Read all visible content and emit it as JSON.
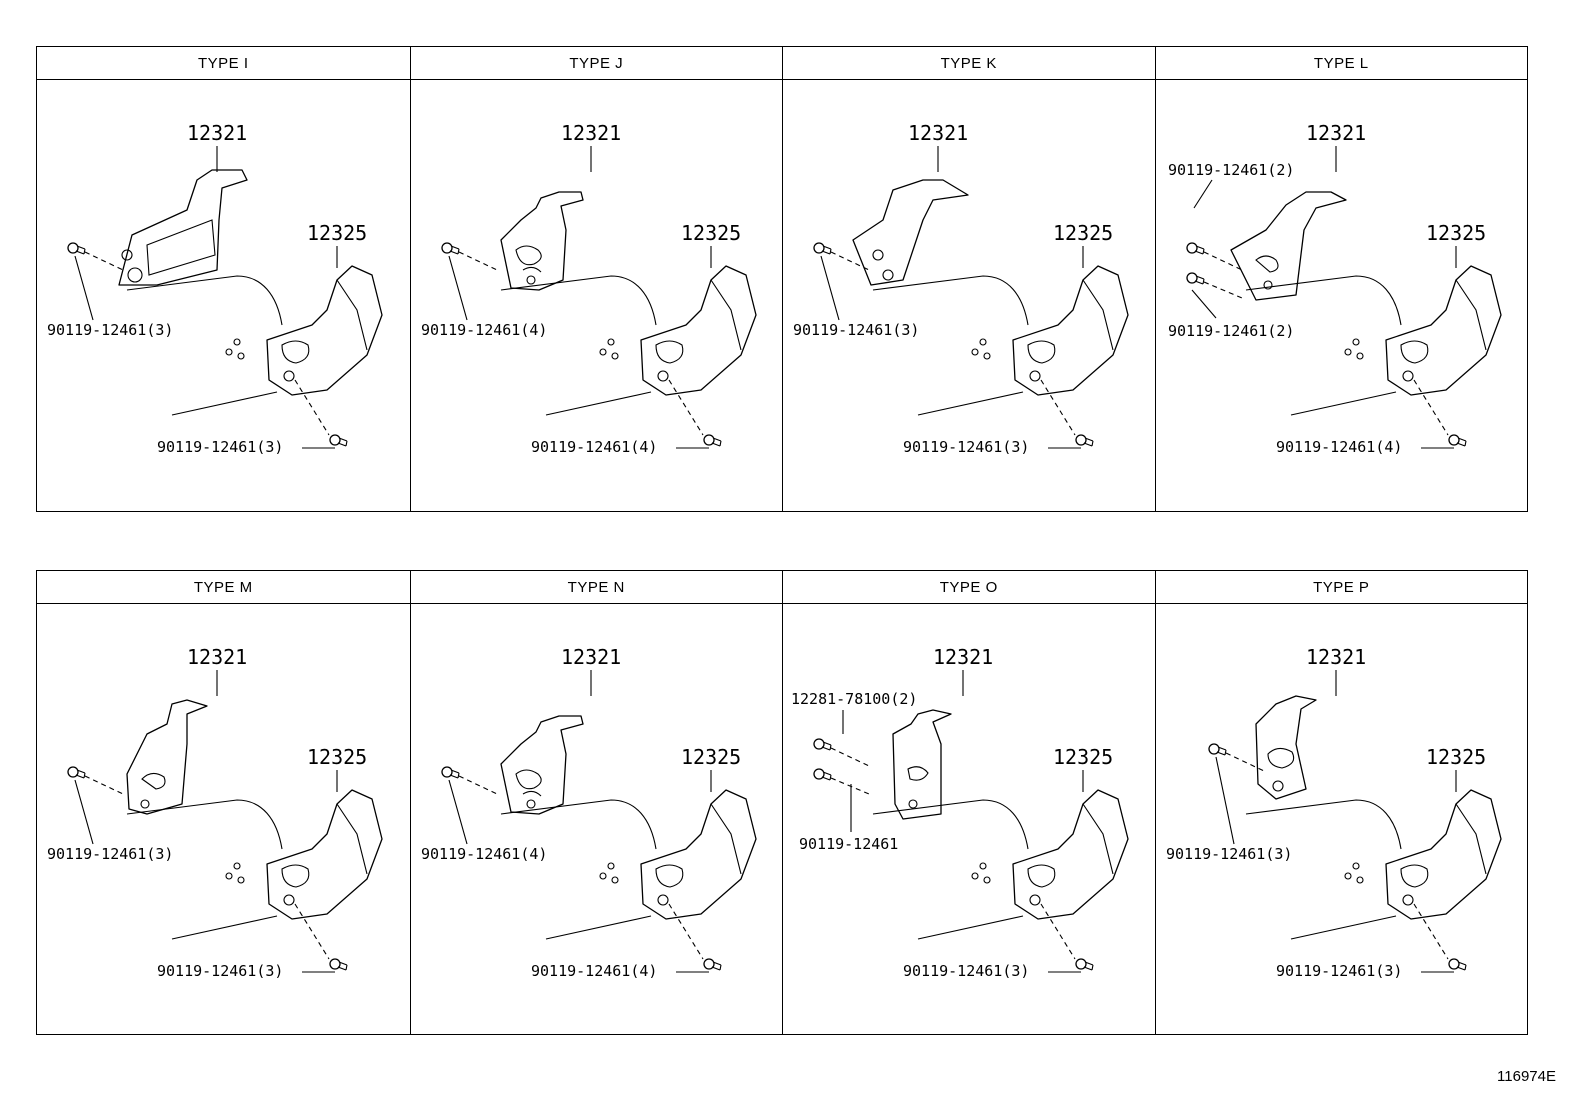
{
  "panels": [
    {
      "type": "TYPE I",
      "parts": {
        "upper": "12321",
        "lower": "12325"
      },
      "bolt_upper": "90119-12461(3)",
      "bolt_upper2": "",
      "bolt_lower": "90119-12461(3)"
    },
    {
      "type": "TYPE J",
      "parts": {
        "upper": "12321",
        "lower": "12325"
      },
      "bolt_upper": "90119-12461(4)",
      "bolt_upper2": "",
      "bolt_lower": "90119-12461(4)"
    },
    {
      "type": "TYPE K",
      "parts": {
        "upper": "12321",
        "lower": "12325"
      },
      "bolt_upper": "90119-12461(3)",
      "bolt_upper2": "",
      "bolt_lower": "90119-12461(3)"
    },
    {
      "type": "TYPE L",
      "parts": {
        "upper": "12321",
        "lower": "12325"
      },
      "bolt_upper": "90119-12461(2)",
      "bolt_upper2": "90119-12461(2)",
      "bolt_lower": "90119-12461(4)"
    },
    {
      "type": "TYPE M",
      "parts": {
        "upper": "12321",
        "lower": "12325"
      },
      "bolt_upper": "90119-12461(3)",
      "bolt_upper2": "",
      "bolt_lower": "90119-12461(3)"
    },
    {
      "type": "TYPE N",
      "parts": {
        "upper": "12321",
        "lower": "12325"
      },
      "bolt_upper": "90119-12461(4)",
      "bolt_upper2": "",
      "bolt_lower": "90119-12461(4)"
    },
    {
      "type": "TYPE O",
      "parts": {
        "upper": "12321",
        "lower": "12325"
      },
      "bolt_upper": "12281-78100(2)",
      "bolt_upper2": "90119-12461",
      "bolt_lower": "90119-12461(3)"
    },
    {
      "type": "TYPE P",
      "parts": {
        "upper": "12321",
        "lower": "12325"
      },
      "bolt_upper": "90119-12461(3)",
      "bolt_upper2": "",
      "bolt_lower": "90119-12461(3)"
    }
  ],
  "figure_id": "116974E"
}
